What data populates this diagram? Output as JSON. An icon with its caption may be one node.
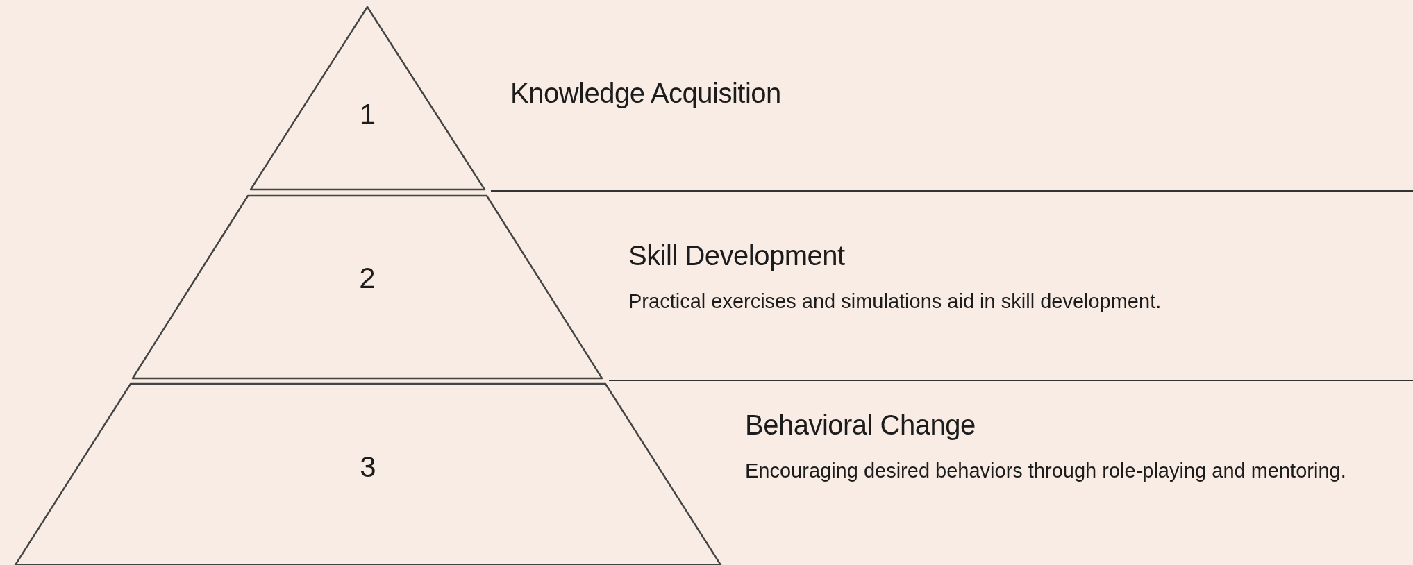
{
  "diagram": {
    "nodes": [
      {
        "text": [
          "1"
        ],
        "beside": [
          "Knowledge Acquisition"
        ]
      },
      {
        "text": [
          "2"
        ],
        "beside": [
          "Skill Development",
          "Practical exercises and simulations aid in skill development."
        ]
      },
      {
        "text": [
          "3"
        ],
        "beside": [
          "Behavioral Change",
          "Encouraging desired behaviors through role-playing and mentoring."
        ]
      }
    ]
  }
}
